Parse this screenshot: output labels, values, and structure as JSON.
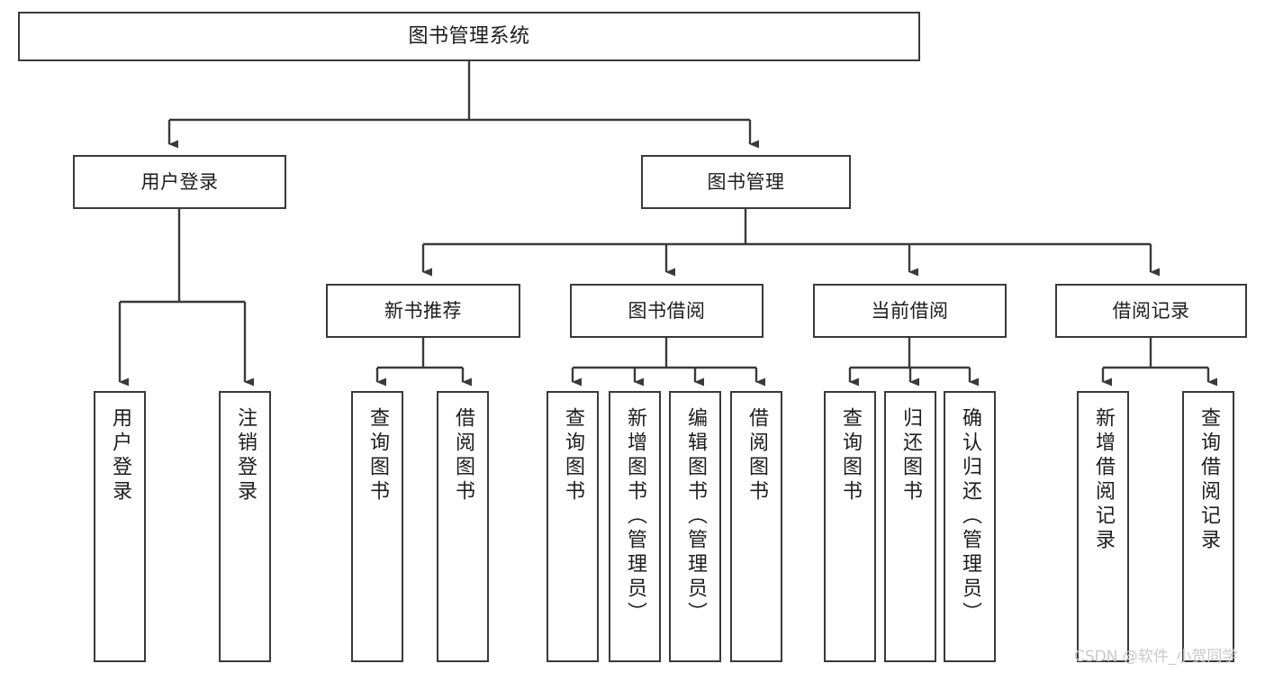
{
  "diagram": {
    "title": "图书管理系统",
    "watermark": "CSDN @软件_小贺同学",
    "stroke_color": "#3a3a3a",
    "background_color": "#ffffff",
    "text_color": "#1d1d1d",
    "watermark_color": "#c9c9c9"
  },
  "nodes": {
    "root": {
      "label": "图书管理系统"
    },
    "level1": [
      {
        "label": "用户登录"
      },
      {
        "label": "图书管理"
      }
    ],
    "level2": [
      {
        "label": "新书推荐"
      },
      {
        "label": "图书借阅"
      },
      {
        "label": "当前借阅"
      },
      {
        "label": "借阅记录"
      }
    ],
    "leaves": {
      "user_login": [
        {
          "label": "用户登录"
        },
        {
          "label": "注销登录"
        }
      ],
      "new_book": [
        {
          "label": "查询图书"
        },
        {
          "label": "借阅图书"
        }
      ],
      "book_borrow": [
        {
          "label": "查询图书"
        },
        {
          "label": "新增图书（管理员）"
        },
        {
          "label": "编辑图书（管理员）"
        },
        {
          "label": "借阅图书"
        }
      ],
      "current_borrow": [
        {
          "label": "查询图书"
        },
        {
          "label": "归还图书"
        },
        {
          "label": "确认归还（管理员）"
        }
      ],
      "borrow_record": [
        {
          "label": "新增借阅记录"
        },
        {
          "label": "查询借阅记录"
        }
      ]
    }
  }
}
